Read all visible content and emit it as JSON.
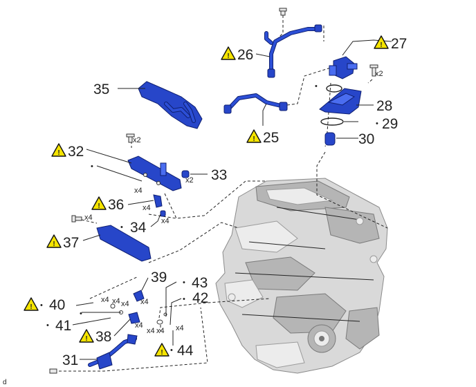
{
  "callouts": {
    "c25": "25",
    "c26": "26",
    "c27": "27",
    "c28": "28",
    "c29": "29",
    "c30": "30",
    "c31": "31",
    "c32": "32",
    "c33": "33",
    "c34": "34",
    "c35": "35",
    "c36": "36",
    "c37": "37",
    "c38": "38",
    "c39": "39",
    "c40": "40",
    "c41": "41",
    "c42": "42",
    "c43": "43",
    "c44": "44"
  },
  "quantities": {
    "x2": "x2",
    "x4": "x4"
  },
  "marks": {
    "warning_glyph": "!",
    "bullet": "•"
  },
  "footer": {
    "code": "d"
  },
  "colors": {
    "part_blue": "#2746c9",
    "engine_gray": "#d9d9d9",
    "warning_yellow": "#f5e400"
  },
  "icons": [
    "warning-triangle-icon",
    "bolt-icon",
    "bullet-dot"
  ]
}
